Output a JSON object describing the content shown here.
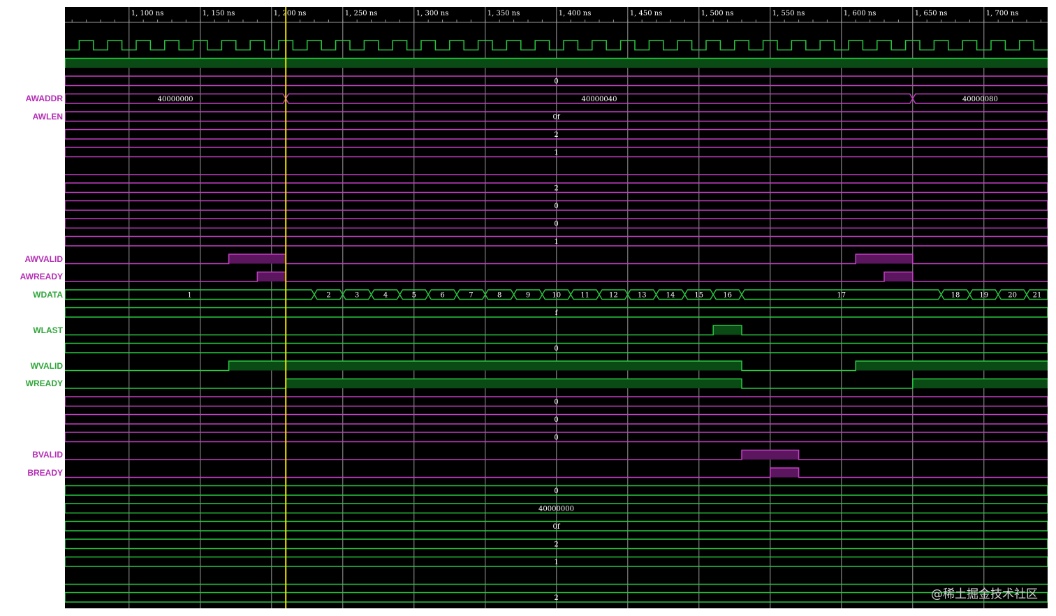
{
  "timeline": {
    "unit": "ns",
    "start": 1055,
    "end": 1745,
    "tick_labels": [
      "1, 100 ns",
      "1, 150 ns",
      "1, 200 ns",
      "1, 250 ns",
      "1, 300 ns",
      "1, 350 ns",
      "1, 400 ns",
      "1, 450 ns",
      "1, 500 ns",
      "1, 550 ns",
      "1, 600 ns",
      "1, 650 ns",
      "1, 700 ns"
    ],
    "tick_values": [
      1100,
      1150,
      1200,
      1250,
      1300,
      1350,
      1400,
      1450,
      1500,
      1550,
      1600,
      1650,
      1700
    ],
    "cursor_time": 1210,
    "clock_period": 20
  },
  "colors": {
    "background": "#000000",
    "grid": "#9a9a9a",
    "cursor": "#f0e000",
    "green": "#27c93f",
    "green_fill": "#0a4a14",
    "purple": "#c43fc4",
    "purple_fill": "#5c1660",
    "value_text": "#ffffff",
    "label_purple": "#b42db4",
    "label_green": "#2fa53a"
  },
  "signals": [
    {
      "label": "",
      "color": "green",
      "kind": "clock"
    },
    {
      "label": "",
      "color": "green",
      "kind": "bit",
      "high": [
        [
          1055,
          1745
        ]
      ]
    },
    {
      "label": "",
      "color": "purple",
      "kind": "bus",
      "segments": [
        {
          "from": 1055,
          "to": 1745,
          "value": "0"
        }
      ]
    },
    {
      "label": "AWADDR",
      "color": "purple",
      "kind": "bus",
      "segments": [
        {
          "from": 1055,
          "to": 1210,
          "value": "40000000"
        },
        {
          "from": 1210,
          "to": 1650,
          "value": "40000040"
        },
        {
          "from": 1650,
          "to": 1745,
          "value": "40000080"
        }
      ]
    },
    {
      "label": "AWLEN",
      "color": "purple",
      "kind": "bus",
      "segments": [
        {
          "from": 1055,
          "to": 1745,
          "value": "0f"
        }
      ]
    },
    {
      "label": "",
      "color": "purple",
      "kind": "bus",
      "segments": [
        {
          "from": 1055,
          "to": 1745,
          "value": "2"
        }
      ]
    },
    {
      "label": "",
      "color": "purple",
      "kind": "bus",
      "segments": [
        {
          "from": 1055,
          "to": 1745,
          "value": "1"
        }
      ]
    },
    {
      "label": "",
      "color": "purple",
      "kind": "bit",
      "high": []
    },
    {
      "label": "",
      "color": "purple",
      "kind": "bus",
      "segments": [
        {
          "from": 1055,
          "to": 1745,
          "value": "2"
        }
      ]
    },
    {
      "label": "",
      "color": "purple",
      "kind": "bus",
      "segments": [
        {
          "from": 1055,
          "to": 1745,
          "value": "0"
        }
      ]
    },
    {
      "label": "",
      "color": "purple",
      "kind": "bus",
      "segments": [
        {
          "from": 1055,
          "to": 1745,
          "value": "0"
        }
      ]
    },
    {
      "label": "",
      "color": "purple",
      "kind": "bus",
      "segments": [
        {
          "from": 1055,
          "to": 1745,
          "value": "1"
        }
      ]
    },
    {
      "label": "AWVALID",
      "color": "purple",
      "kind": "bit",
      "high": [
        [
          1170,
          1210
        ],
        [
          1610,
          1650
        ]
      ]
    },
    {
      "label": "AWREADY",
      "color": "purple",
      "kind": "bit",
      "high": [
        [
          1190,
          1210
        ],
        [
          1630,
          1650
        ]
      ]
    },
    {
      "label": "WDATA",
      "color": "green",
      "kind": "bus",
      "segments": [
        {
          "from": 1055,
          "to": 1230,
          "value": "1"
        },
        {
          "from": 1230,
          "to": 1250,
          "value": "2"
        },
        {
          "from": 1250,
          "to": 1270,
          "value": "3"
        },
        {
          "from": 1270,
          "to": 1290,
          "value": "4"
        },
        {
          "from": 1290,
          "to": 1310,
          "value": "5"
        },
        {
          "from": 1310,
          "to": 1330,
          "value": "6"
        },
        {
          "from": 1330,
          "to": 1350,
          "value": "7"
        },
        {
          "from": 1350,
          "to": 1370,
          "value": "8"
        },
        {
          "from": 1370,
          "to": 1390,
          "value": "9"
        },
        {
          "from": 1390,
          "to": 1410,
          "value": "10"
        },
        {
          "from": 1410,
          "to": 1430,
          "value": "11"
        },
        {
          "from": 1430,
          "to": 1450,
          "value": "12"
        },
        {
          "from": 1450,
          "to": 1470,
          "value": "13"
        },
        {
          "from": 1470,
          "to": 1490,
          "value": "14"
        },
        {
          "from": 1490,
          "to": 1510,
          "value": "15"
        },
        {
          "from": 1510,
          "to": 1530,
          "value": "16"
        },
        {
          "from": 1530,
          "to": 1670,
          "value": "17"
        },
        {
          "from": 1670,
          "to": 1690,
          "value": "18"
        },
        {
          "from": 1690,
          "to": 1710,
          "value": "19"
        },
        {
          "from": 1710,
          "to": 1730,
          "value": "20"
        },
        {
          "from": 1730,
          "to": 1745,
          "value": "21"
        }
      ]
    },
    {
      "label": "",
      "color": "green",
      "kind": "bus",
      "segments": [
        {
          "from": 1055,
          "to": 1745,
          "value": "f"
        }
      ]
    },
    {
      "label": "WLAST",
      "color": "green",
      "kind": "bit",
      "high": [
        [
          1510,
          1530
        ]
      ]
    },
    {
      "label": "",
      "color": "green",
      "kind": "bus",
      "segments": [
        {
          "from": 1055,
          "to": 1745,
          "value": "0"
        }
      ]
    },
    {
      "label": "WVALID",
      "color": "green",
      "kind": "bit",
      "high": [
        [
          1170,
          1530
        ],
        [
          1610,
          1745
        ]
      ]
    },
    {
      "label": "WREADY",
      "color": "green",
      "kind": "bit",
      "high": [
        [
          1210,
          1530
        ],
        [
          1650,
          1745
        ]
      ]
    },
    {
      "label": "",
      "color": "purple",
      "kind": "bus",
      "segments": [
        {
          "from": 1055,
          "to": 1745,
          "value": "0"
        }
      ]
    },
    {
      "label": "",
      "color": "purple",
      "kind": "bus",
      "segments": [
        {
          "from": 1055,
          "to": 1745,
          "value": "0"
        }
      ]
    },
    {
      "label": "",
      "color": "purple",
      "kind": "bus",
      "segments": [
        {
          "from": 1055,
          "to": 1745,
          "value": "0"
        }
      ]
    },
    {
      "label": "BVALID",
      "color": "purple",
      "kind": "bit",
      "high": [
        [
          1530,
          1570
        ]
      ]
    },
    {
      "label": "BREADY",
      "color": "purple",
      "kind": "bit",
      "high": [
        [
          1550,
          1570
        ]
      ]
    },
    {
      "label": "",
      "color": "green",
      "kind": "bus",
      "segments": [
        {
          "from": 1055,
          "to": 1745,
          "value": "0"
        }
      ]
    },
    {
      "label": "",
      "color": "green",
      "kind": "bus",
      "segments": [
        {
          "from": 1055,
          "to": 1745,
          "value": "40000000"
        }
      ]
    },
    {
      "label": "",
      "color": "green",
      "kind": "bus",
      "segments": [
        {
          "from": 1055,
          "to": 1745,
          "value": "0f"
        }
      ]
    },
    {
      "label": "",
      "color": "green",
      "kind": "bus",
      "segments": [
        {
          "from": 1055,
          "to": 1745,
          "value": "2"
        }
      ]
    },
    {
      "label": "",
      "color": "green",
      "kind": "bus",
      "segments": [
        {
          "from": 1055,
          "to": 1745,
          "value": "1"
        }
      ]
    },
    {
      "label": "",
      "color": "green",
      "kind": "bit",
      "high": []
    },
    {
      "label": "",
      "color": "green",
      "kind": "bus",
      "segments": [
        {
          "from": 1055,
          "to": 1745,
          "value": "2"
        }
      ]
    }
  ],
  "watermark": "@稀土掘金技术社区"
}
